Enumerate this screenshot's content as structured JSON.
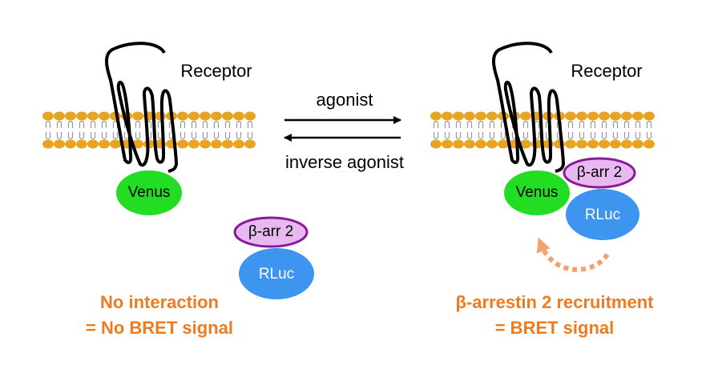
{
  "left": {
    "receptor_label": "Receptor",
    "venus_label": "Venus",
    "barr_label": "β-arr 2",
    "rluc_label": "RLuc",
    "caption_line1": "No interaction",
    "caption_line2": "= No BRET signal"
  },
  "middle": {
    "forward_label": "agonist",
    "reverse_label": "inverse agonist"
  },
  "right": {
    "receptor_label": "Receptor",
    "venus_label": "Venus",
    "barr_label": "β-arr 2",
    "rluc_label": "RLuc",
    "caption_line1": "β-arrestin 2 recruitment",
    "caption_line2": "= BRET signal"
  },
  "colors": {
    "venus": "#22dd22",
    "barr_fill": "#e8b8f0",
    "barr_stroke": "#8a1a9a",
    "rluc": "#3d95f0",
    "lipid_head": "#e8a420",
    "caption": "#f07a1e",
    "dashed_arrow": "#f4a070"
  }
}
